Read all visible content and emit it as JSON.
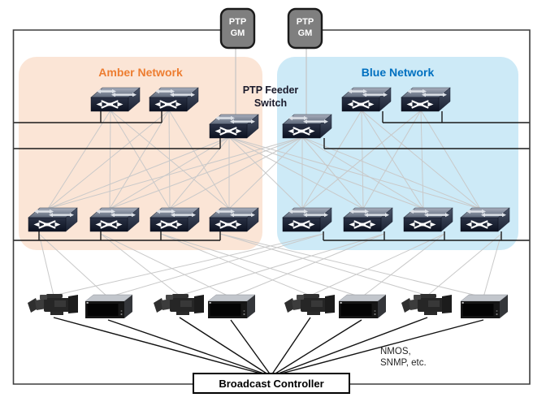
{
  "gm_boxes": [
    {
      "label": "PTP\nGM"
    },
    {
      "label": "PTP\nGM"
    }
  ],
  "networks": [
    {
      "name": "Amber Network",
      "label_color": "#ED7D31",
      "fill": "#FBE5D6",
      "spine_switches": 2,
      "feeder_switches": 1,
      "leaf_switches": 4
    },
    {
      "name": "Blue Network",
      "label_color": "#0070C0",
      "fill": "#CDEAF7",
      "spine_switches": 2,
      "feeder_switches": 1,
      "leaf_switches": 4
    }
  ],
  "feeder_label": "PTP Feeder\nSwitch",
  "controller": {
    "label": "Broadcast Controller"
  },
  "protocols_note": "NMOS,\nSNMP, etc.",
  "devices": [
    {
      "type": "camera"
    },
    {
      "type": "server"
    },
    {
      "type": "camera"
    },
    {
      "type": "server"
    },
    {
      "type": "camera"
    },
    {
      "type": "server"
    },
    {
      "type": "camera"
    },
    {
      "type": "server"
    }
  ],
  "colors": {
    "outer_border": "#3d3d3d",
    "bus_line": "#1a1a1a",
    "mesh_line": "#c9c9c9",
    "controller_line": "#111111",
    "gm_fill": "#7F7F7F",
    "gm_border": "#1a1a1a",
    "gm_text": "#FFFFFF",
    "controller_bg": "#FFFFFF",
    "controller_border": "#000000",
    "feeder_label_color": "#1a1a2b",
    "protocols_color": "#262626"
  }
}
